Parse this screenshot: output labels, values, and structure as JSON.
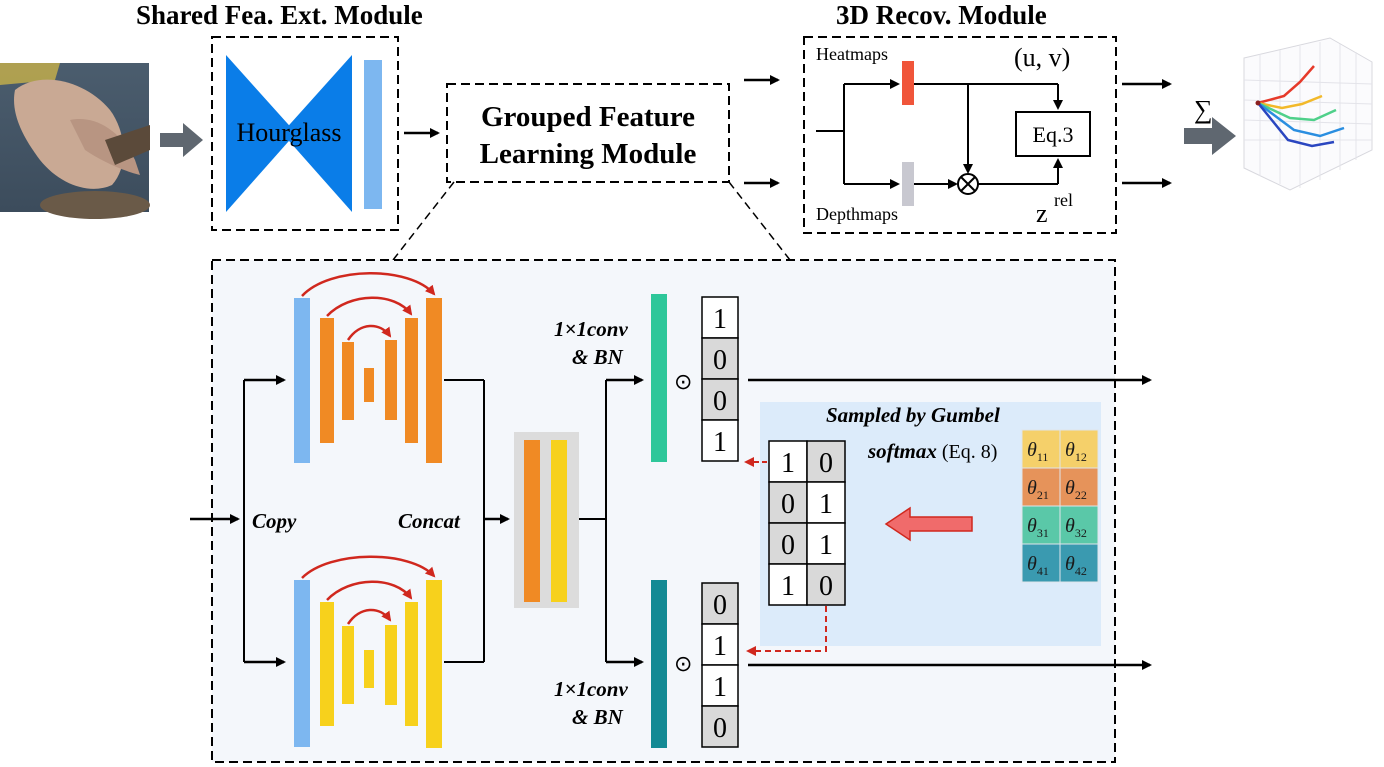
{
  "titles": {
    "shared": "Shared Fea. Ext. Module",
    "recov": "3D Recov. Module"
  },
  "hourglass_label": "Hourglass",
  "grouped_box": {
    "line1": "Grouped Feature",
    "line2": "Learning Module"
  },
  "recov": {
    "heatmaps": "Heatmaps",
    "depthmaps": "Depthmaps",
    "uv": "(u, v)",
    "eq": "Eq.3",
    "z": "z",
    "z_sup": "rel",
    "otimes": "⊗"
  },
  "sum_symbol": "∑",
  "grouped": {
    "copy": "Copy",
    "concat": "Concat",
    "conv_top": {
      "line1": "1×1conv",
      "line2": "& BN"
    },
    "conv_bottom": {
      "line1": "1×1conv",
      "line2": "& BN"
    },
    "odot": "⊙",
    "mask_top": [
      "1",
      "0",
      "0",
      "1"
    ],
    "mask_bottom": [
      "0",
      "1",
      "1",
      "0"
    ],
    "gumbel_line1": "Sampled by Gumbel",
    "gumbel_line2_bold": "softmax",
    "gumbel_line2_rest": " (Eq. 8)",
    "sampled_matrix": [
      [
        "1",
        "0"
      ],
      [
        "0",
        "1"
      ],
      [
        "0",
        "1"
      ],
      [
        "1",
        "0"
      ]
    ],
    "theta_symbol": "θ",
    "theta_subs": [
      [
        "11",
        "12"
      ],
      [
        "21",
        "22"
      ],
      [
        "31",
        "32"
      ],
      [
        "41",
        "42"
      ]
    ]
  },
  "colors": {
    "hourglass_blue": "#0a7de8",
    "light_blue": "#7db7f0",
    "orange": "#f08a24",
    "yellow": "#f7d11c",
    "teal": "#2ec79a",
    "dark_teal": "#138a94",
    "red_arrow": "#d0281e",
    "heatmap_red": "#f0553a",
    "depth_gray": "#c8c8d0",
    "panel_bg": "#f4f7fb",
    "gumbel_bg": "#dcebfa",
    "theta_rows": [
      "#f5d06a",
      "#e6935a",
      "#5ac8a8",
      "#3a9ab0"
    ]
  }
}
